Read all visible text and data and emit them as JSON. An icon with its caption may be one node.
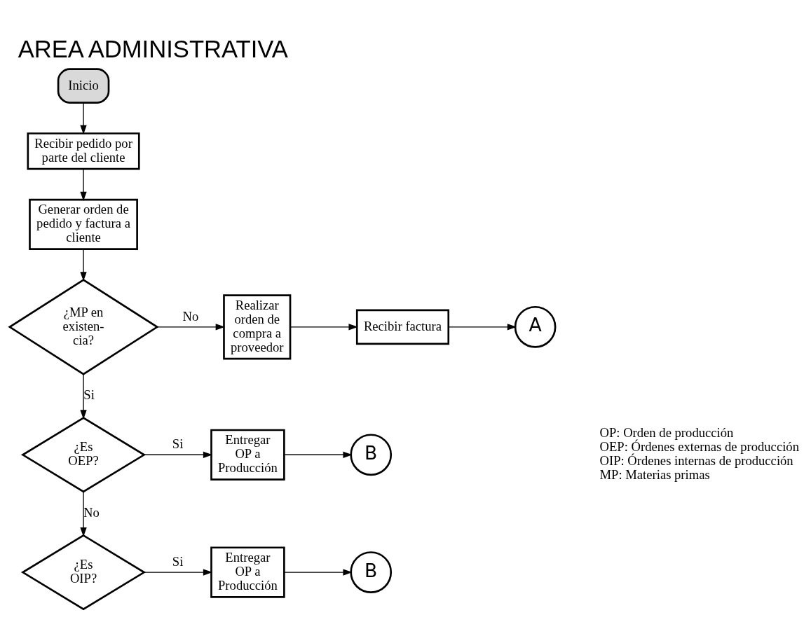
{
  "diagram": {
    "title": "AREA ADMINISTRATIVA",
    "nodes": [
      {
        "text": [
          "Inicio"
        ]
      },
      {
        "text": [
          "Recibir pedido por parte del cliente"
        ]
      },
      {
        "text": [
          "Generar orden de pedido y factura a cliente"
        ]
      },
      {
        "text": [
          "¿MP en existen- cia?"
        ]
      },
      {
        "text": [
          "Realizar orden de compra a proveedor"
        ]
      },
      {
        "text": [
          "Recibir factura"
        ]
      },
      {
        "text": [
          "A"
        ]
      },
      {
        "text": [
          "¿Es OEP?"
        ]
      },
      {
        "text": [
          "Entregar OP a Producción"
        ]
      },
      {
        "text": [
          "B"
        ]
      },
      {
        "text": [
          "¿Es OIP?"
        ]
      },
      {
        "text": [
          "Entregar OP a Producción"
        ]
      },
      {
        "text": [
          "B"
        ]
      }
    ],
    "edges": [
      {
        "from": 0,
        "to": 1,
        "arrow": "to"
      },
      {
        "from": 1,
        "to": 2,
        "arrow": "to"
      },
      {
        "from": 2,
        "to": 3,
        "arrow": "to"
      },
      {
        "from": 3,
        "to": 4,
        "arrow": "to",
        "label": "No"
      },
      {
        "from": 4,
        "to": 5,
        "arrow": "to"
      },
      {
        "from": 5,
        "to": 6,
        "arrow": "to"
      },
      {
        "from": 3,
        "to": 7,
        "arrow": "to",
        "label": "Si"
      },
      {
        "from": 7,
        "to": 8,
        "arrow": "to",
        "label": "Si"
      },
      {
        "from": 8,
        "to": 9,
        "arrow": "to"
      },
      {
        "from": 7,
        "to": 10,
        "arrow": "to",
        "label": "No"
      },
      {
        "from": 10,
        "to": 11,
        "arrow": "to",
        "label": "Si"
      },
      {
        "from": 11,
        "to": 12,
        "arrow": "to"
      }
    ],
    "labels": [
      "OP: Orden de producción",
      "OEP: Órdenes externas de producción",
      "OIP: Órdenes internas de producción",
      "MP: Materias primas"
    ]
  }
}
